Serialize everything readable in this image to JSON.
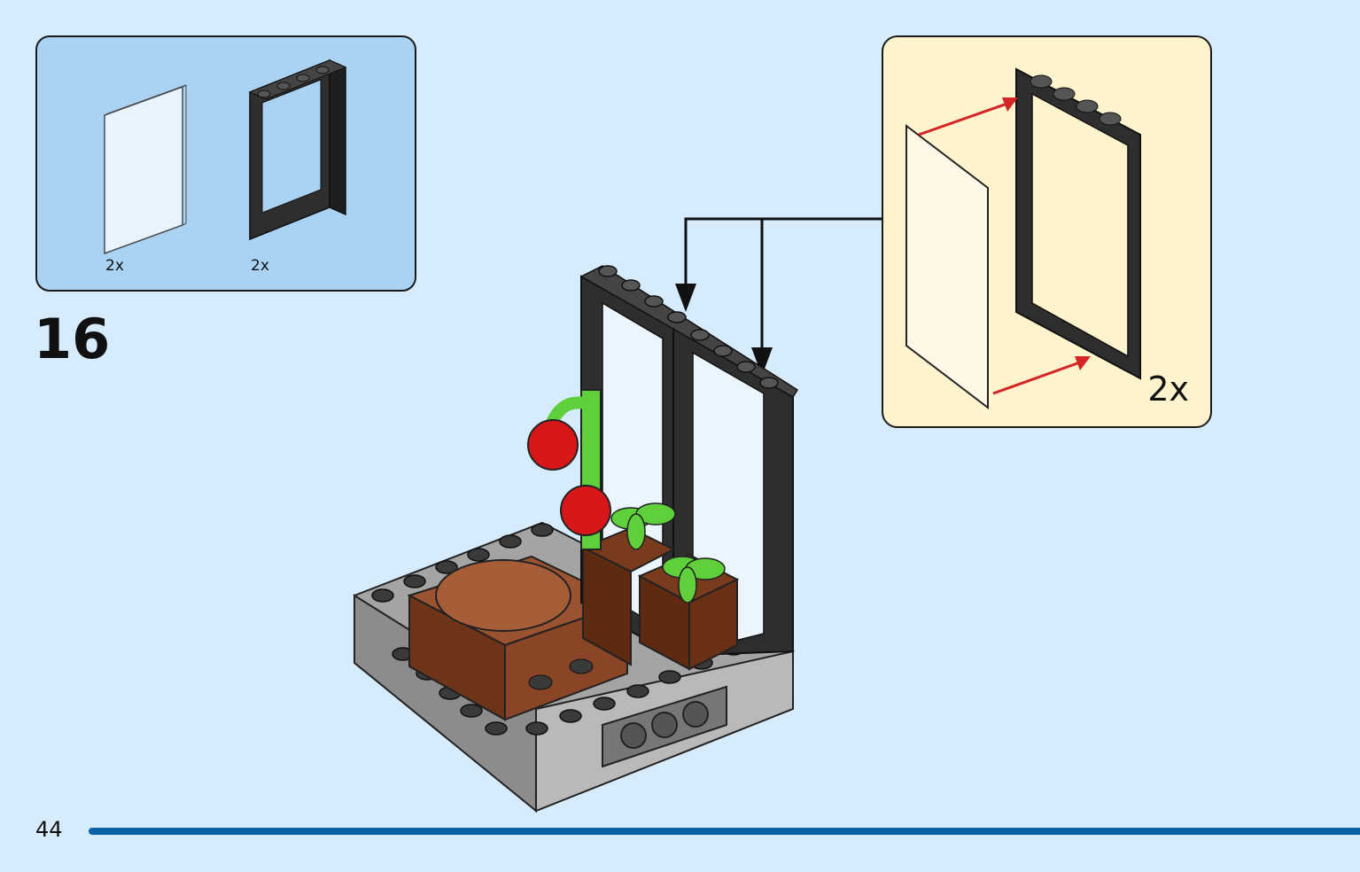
{
  "parts_list": {
    "items": [
      {
        "icon": "glass-pane-icon",
        "quantity": "2x"
      },
      {
        "icon": "window-frame-icon",
        "quantity": "2x"
      }
    ]
  },
  "step": {
    "number": "16"
  },
  "callout": {
    "quantity": "2x"
  },
  "page": {
    "number": "44"
  },
  "colors": {
    "page_background": "#d6ebfb",
    "parts_box": "#a9d2f3",
    "callout_box": "#fdf3cd",
    "frame_black": "#2e2e2e",
    "base_grey": "#a0a0a0",
    "brown": "#8a4a2a",
    "plant_green": "#5fcf3c",
    "tomato_red": "#d81818",
    "arrow_red": "#d42424",
    "page_bar": "#0a61a8"
  }
}
